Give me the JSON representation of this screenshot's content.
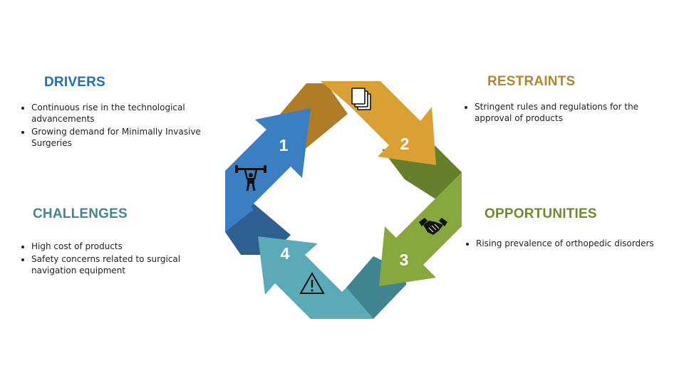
{
  "sections": {
    "drivers": {
      "title": "DRIVERS",
      "color": "#1f6fb6",
      "items": [
        "Continuous rise in the technological advancements",
        "Growing demand for Minimally Invasive Surgeries"
      ]
    },
    "restraints": {
      "title": "RESTRAINTS",
      "color": "#b3862c",
      "items": [
        "Stringent rules and regulations for the approval of products"
      ]
    },
    "opportunities": {
      "title": "OPPORTUNITIES",
      "color": "#6e8b2a",
      "items": [
        "Rising prevalence of orthopedic disorders"
      ]
    },
    "challenges": {
      "title": "CHALLENGES",
      "color": "#3f8794",
      "items": [
        "High cost of products",
        "Safety concerns related to surgical navigation equipment"
      ]
    }
  },
  "cycle": {
    "steps": [
      {
        "number": "1",
        "icon": "weightlifter-icon",
        "color": "#3a7fc1",
        "shade": "#2d5f91"
      },
      {
        "number": "2",
        "icon": "documents-icon",
        "color": "#dba033",
        "shade": "#b07c25"
      },
      {
        "number": "3",
        "icon": "handshake-icon",
        "color": "#86a83c",
        "shade": "#657f2c"
      },
      {
        "number": "4",
        "icon": "warning-icon",
        "color": "#5aaab8",
        "shade": "#3f8590"
      }
    ]
  }
}
